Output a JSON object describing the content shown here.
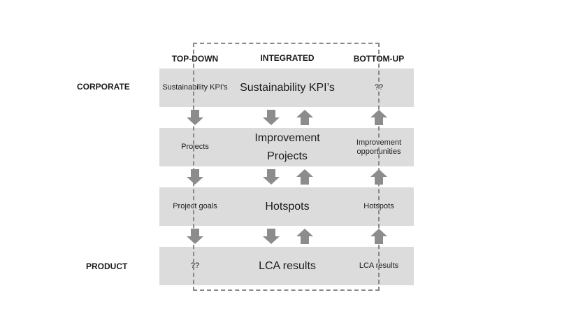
{
  "columns": {
    "top_down": "TOP-DOWN",
    "integrated": "INTEGRATED",
    "bottom_up": "BOTTOM-UP"
  },
  "rows": {
    "corporate": "CORPORATE",
    "product": "PRODUCT"
  },
  "top_down_cells": [
    "Sustainability KPI’s",
    "Projects",
    "Project goals",
    "??"
  ],
  "integrated_cells": [
    "Sustainability KPI’s",
    "Improvement\nProjects",
    "Hotspots",
    "LCA results"
  ],
  "bottom_up_cells": [
    "??",
    "Improvement\nopportunities",
    "Hotspots",
    "LCA results"
  ],
  "arrow_color": "#8c8c8c",
  "cell_color": "#dcdcdc"
}
